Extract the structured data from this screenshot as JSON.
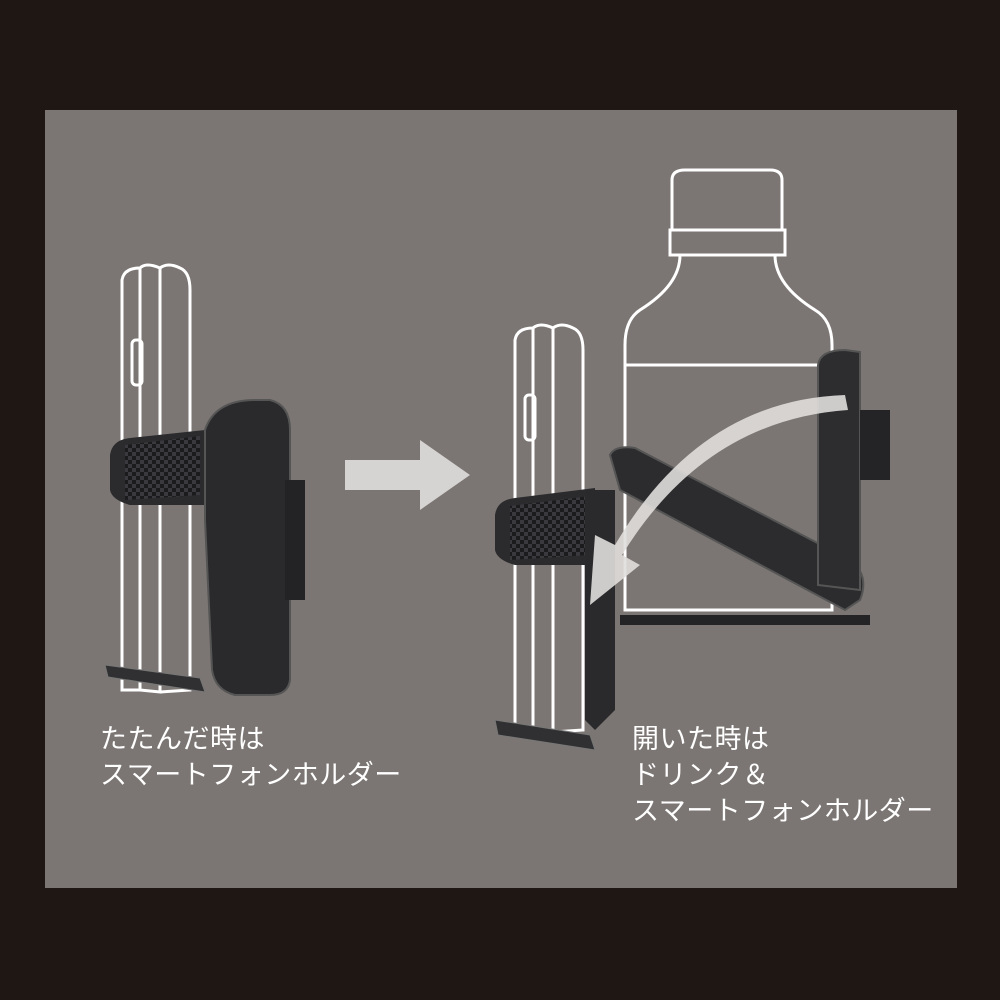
{
  "captions": {
    "folded": {
      "line1": "たたんだ時は",
      "line2": "スマートフォンホルダー"
    },
    "opened": {
      "line1": "開いた時は",
      "line2": "ドリンク＆",
      "line3": "スマートフォンホルダー"
    }
  },
  "colors": {
    "background": "#1e1713",
    "panel": "#7b7673",
    "outline": "#ffffff",
    "holder": "#2a2a2c",
    "arrow": "#d9d7d5"
  }
}
